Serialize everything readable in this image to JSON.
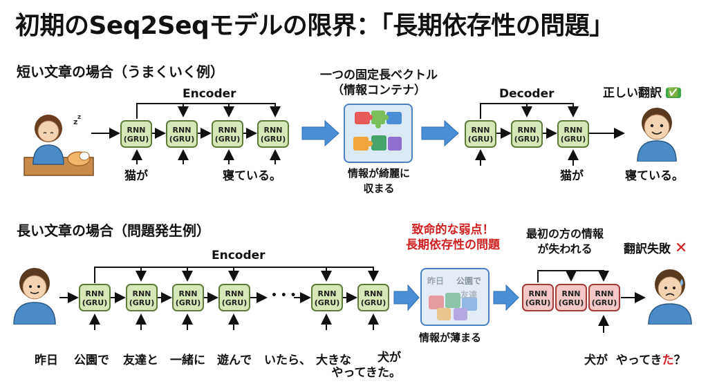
{
  "title": "初期のSeq2Seqモデルの限界：「長期依存性の問題」",
  "short": {
    "heading": "短い文章の場合（うまくいく例）",
    "encoder_label": "Encoder",
    "decoder_label": "Decoder",
    "vector_label": "一つの固定長ベクトル\n（情報コンテナ）",
    "vector_caption": "情報が綺麗に\n収まる",
    "result": "正しい翻訳",
    "result_mark": "✅",
    "input_words": [
      "猫が",
      "寝ている。"
    ],
    "output_words": [
      "猫が",
      "寝ている。"
    ],
    "rnn_label": "RNN\n(GRU)"
  },
  "long": {
    "heading": "長い文章の場合（問題発生例）",
    "encoder_label": "Encoder",
    "problem_label": "致命的な弱点！\n長期依存性の問題",
    "vector_words": [
      "昨日",
      "公園で",
      "友達"
    ],
    "vector_caption": "情報が薄まる",
    "lost_label": "最初の方の情報\nが失われる",
    "result": "翻訳失敗",
    "result_mark": "✕",
    "input_words": [
      "昨日",
      "公園で",
      "友達と",
      "一緒に",
      "遊んで",
      "いたら、",
      "大きな",
      "犬が\nやってきた。"
    ],
    "output_words": [
      "犬が",
      "やってき",
      "た",
      "？"
    ],
    "ellipsis": "• • •",
    "rnn_label": "RNN\n(GRU)"
  },
  "colors": {
    "rnn_green": "#d7e8b8",
    "rnn_red": "#f6c7c7",
    "arrow_blue": "#4a8fd6",
    "alert_red": "#d12020"
  }
}
